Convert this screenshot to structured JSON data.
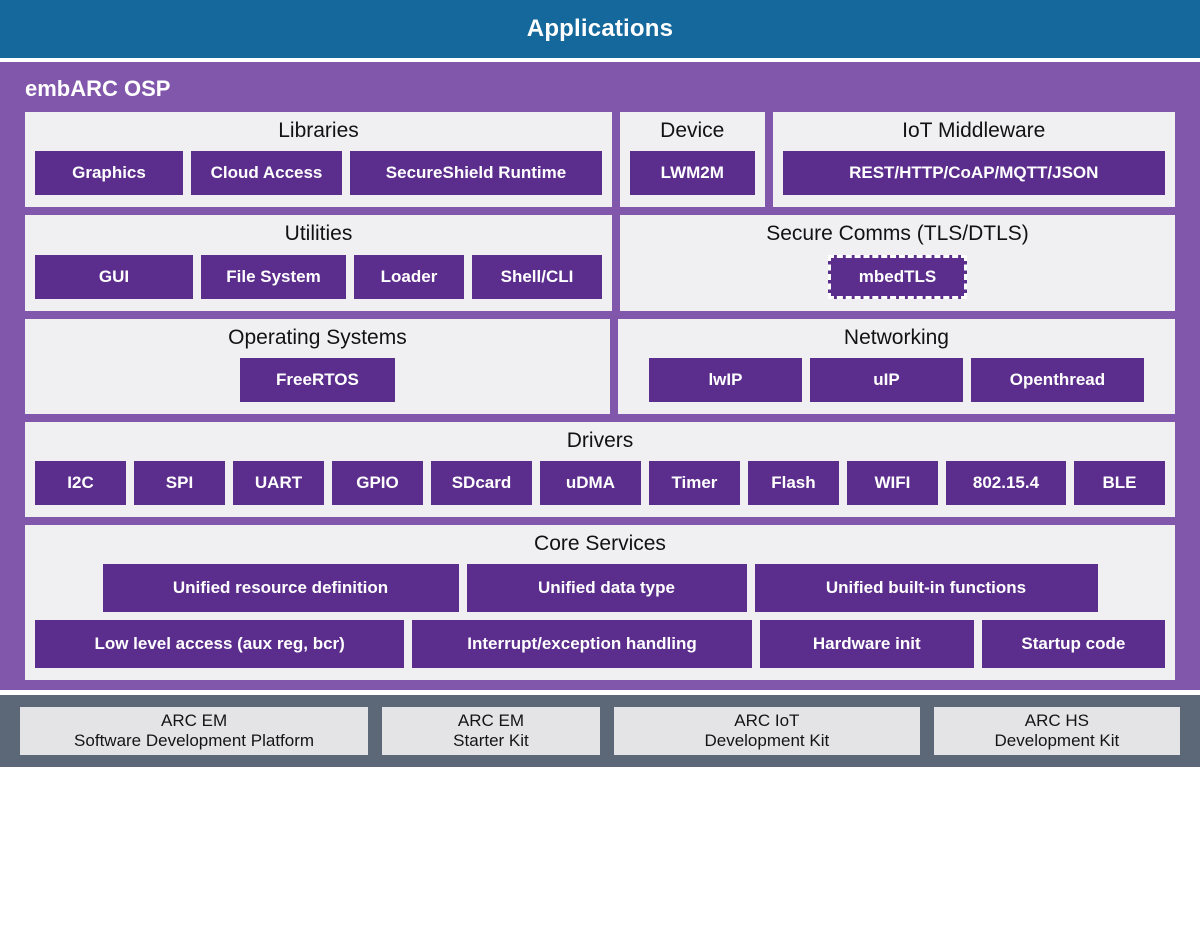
{
  "top": {
    "applications_label": "Applications"
  },
  "osp": {
    "title": "embARC OSP",
    "accent_purple": "#8157AC",
    "chip_purple": "#5B2D8C",
    "panel_bg": "#F0F0F3",
    "header_blue": "#14689B",
    "hardware_bar": "#5C6777"
  },
  "panels": {
    "libraries": {
      "title": "Libraries",
      "items": [
        "Graphics",
        "Cloud Access",
        "SecureShield Runtime"
      ]
    },
    "device": {
      "title": "Device",
      "items": [
        "LWM2M"
      ]
    },
    "iot_middleware": {
      "title": "IoT Middleware",
      "items": [
        "REST/HTTP/CoAP/MQTT/JSON"
      ]
    },
    "utilities": {
      "title": "Utilities",
      "items": [
        "GUI",
        "File System",
        "Loader",
        "Shell/CLI"
      ]
    },
    "secure_comms": {
      "title": "Secure Comms (TLS/DTLS)",
      "items": [
        "mbedTLS"
      ]
    },
    "operating_systems": {
      "title": "Operating Systems",
      "items": [
        "FreeRTOS"
      ]
    },
    "networking": {
      "title": "Networking",
      "items": [
        "lwIP",
        "uIP",
        "Openthread"
      ]
    },
    "drivers": {
      "title": "Drivers",
      "items": [
        "I2C",
        "SPI",
        "UART",
        "GPIO",
        "SDcard",
        "uDMA",
        "Timer",
        "Flash",
        "WIFI",
        "802.15.4",
        "BLE"
      ]
    },
    "core_services": {
      "title": "Core Services",
      "row1": [
        "Unified resource definition",
        "Unified data type",
        "Unified built-in functions"
      ],
      "row2": [
        "Low level access (aux reg, bcr)",
        "Interrupt/exception handling",
        "Hardware init",
        "Startup code"
      ]
    }
  },
  "hardware": {
    "cards": [
      {
        "line1": "ARC EM",
        "line2": "Software Development Platform"
      },
      {
        "line1": "ARC EM",
        "line2": "Starter Kit"
      },
      {
        "line1": "ARC IoT",
        "line2": "Development Kit"
      },
      {
        "line1": "ARC HS",
        "line2": "Development Kit"
      }
    ]
  }
}
